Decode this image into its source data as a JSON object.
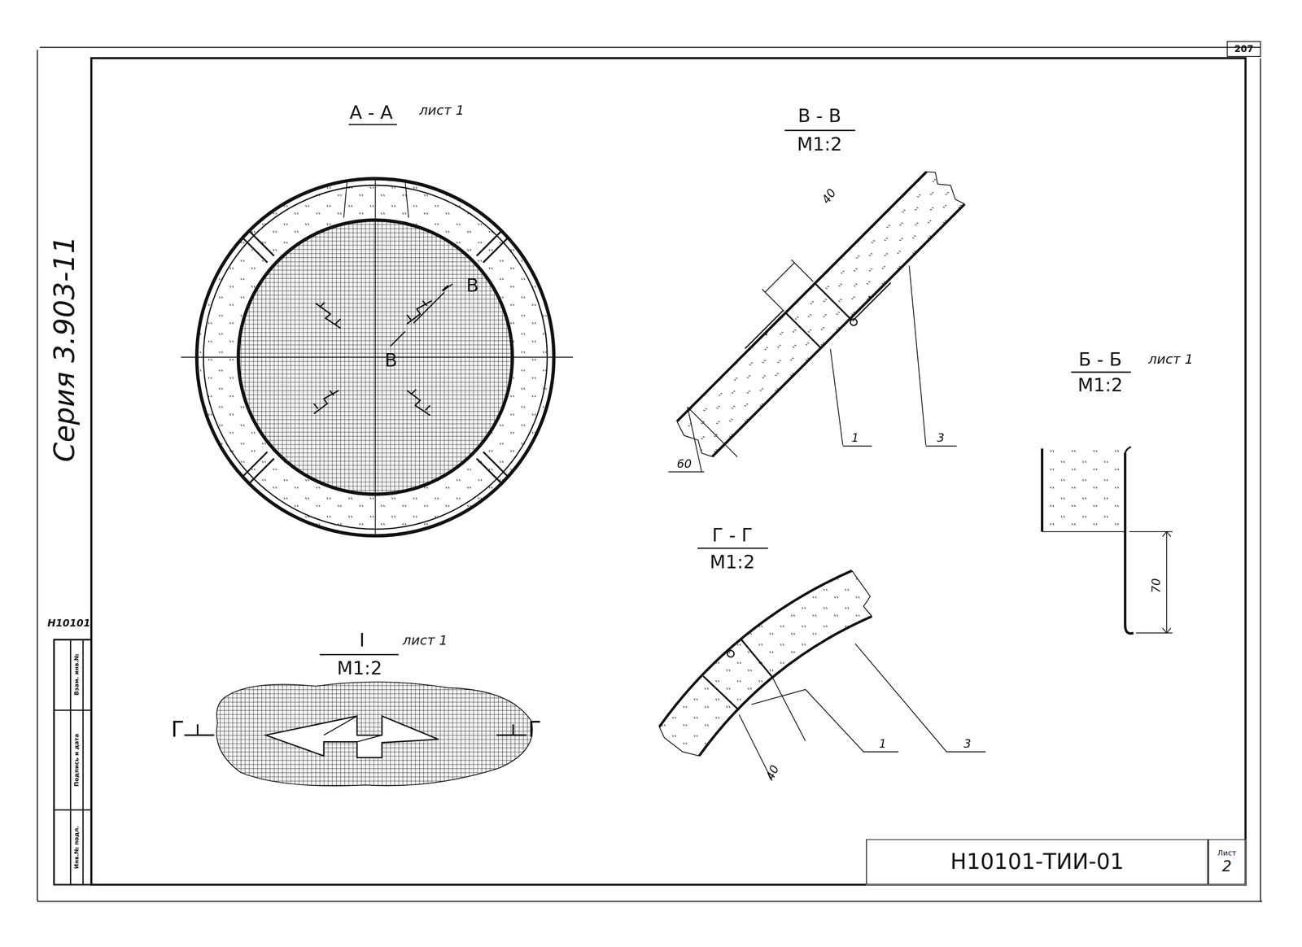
{
  "diagram": {
    "nodes": [
      {
        "text": [
          "Н10101-ТИИ-01"
        ]
      },
      {
        "text": [
          "Лист",
          "2"
        ]
      }
    ],
    "labels": [
      "207",
      "А - А",
      "лист 1",
      "В - В",
      "М1:2",
      "40",
      "60",
      "1",
      "3",
      "Б - Б",
      "лист 1",
      "М1:2",
      "70",
      "Г - Г",
      "М1:2",
      "40",
      "1",
      "3",
      "I",
      "лист 1",
      "М1:2",
      "Г",
      "Г",
      "В",
      "В",
      "Серия 3.903-11",
      "Н10101",
      "Инв.№ подл.",
      "Подпись и дата",
      "Взам. инв.№"
    ]
  }
}
